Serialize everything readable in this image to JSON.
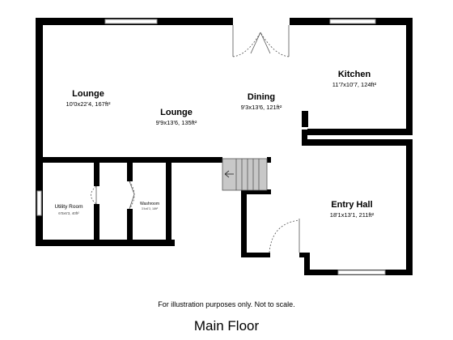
{
  "plan": {
    "rooms": [
      {
        "name": "Lounge",
        "dims": "10'0x22'4, 167ft²"
      },
      {
        "name": "Lounge",
        "dims": "9'9x13'6, 135ft²"
      },
      {
        "name": "Dining",
        "dims": "9'3x13'6, 121ft²"
      },
      {
        "name": "Kitchen",
        "dims": "11'7x10'7, 124ft²"
      },
      {
        "name": "Entry Hall",
        "dims": "18'1x13'1, 211ft²"
      },
      {
        "name": "Utility Room",
        "dims": "6'0x6'3, 40ft²"
      },
      {
        "name": "Washroom",
        "dims": "3'4x6'3, 18ft²"
      }
    ],
    "disclaimer": "For illustration purposes only. Not to scale.",
    "floor_title": "Main Floor"
  }
}
